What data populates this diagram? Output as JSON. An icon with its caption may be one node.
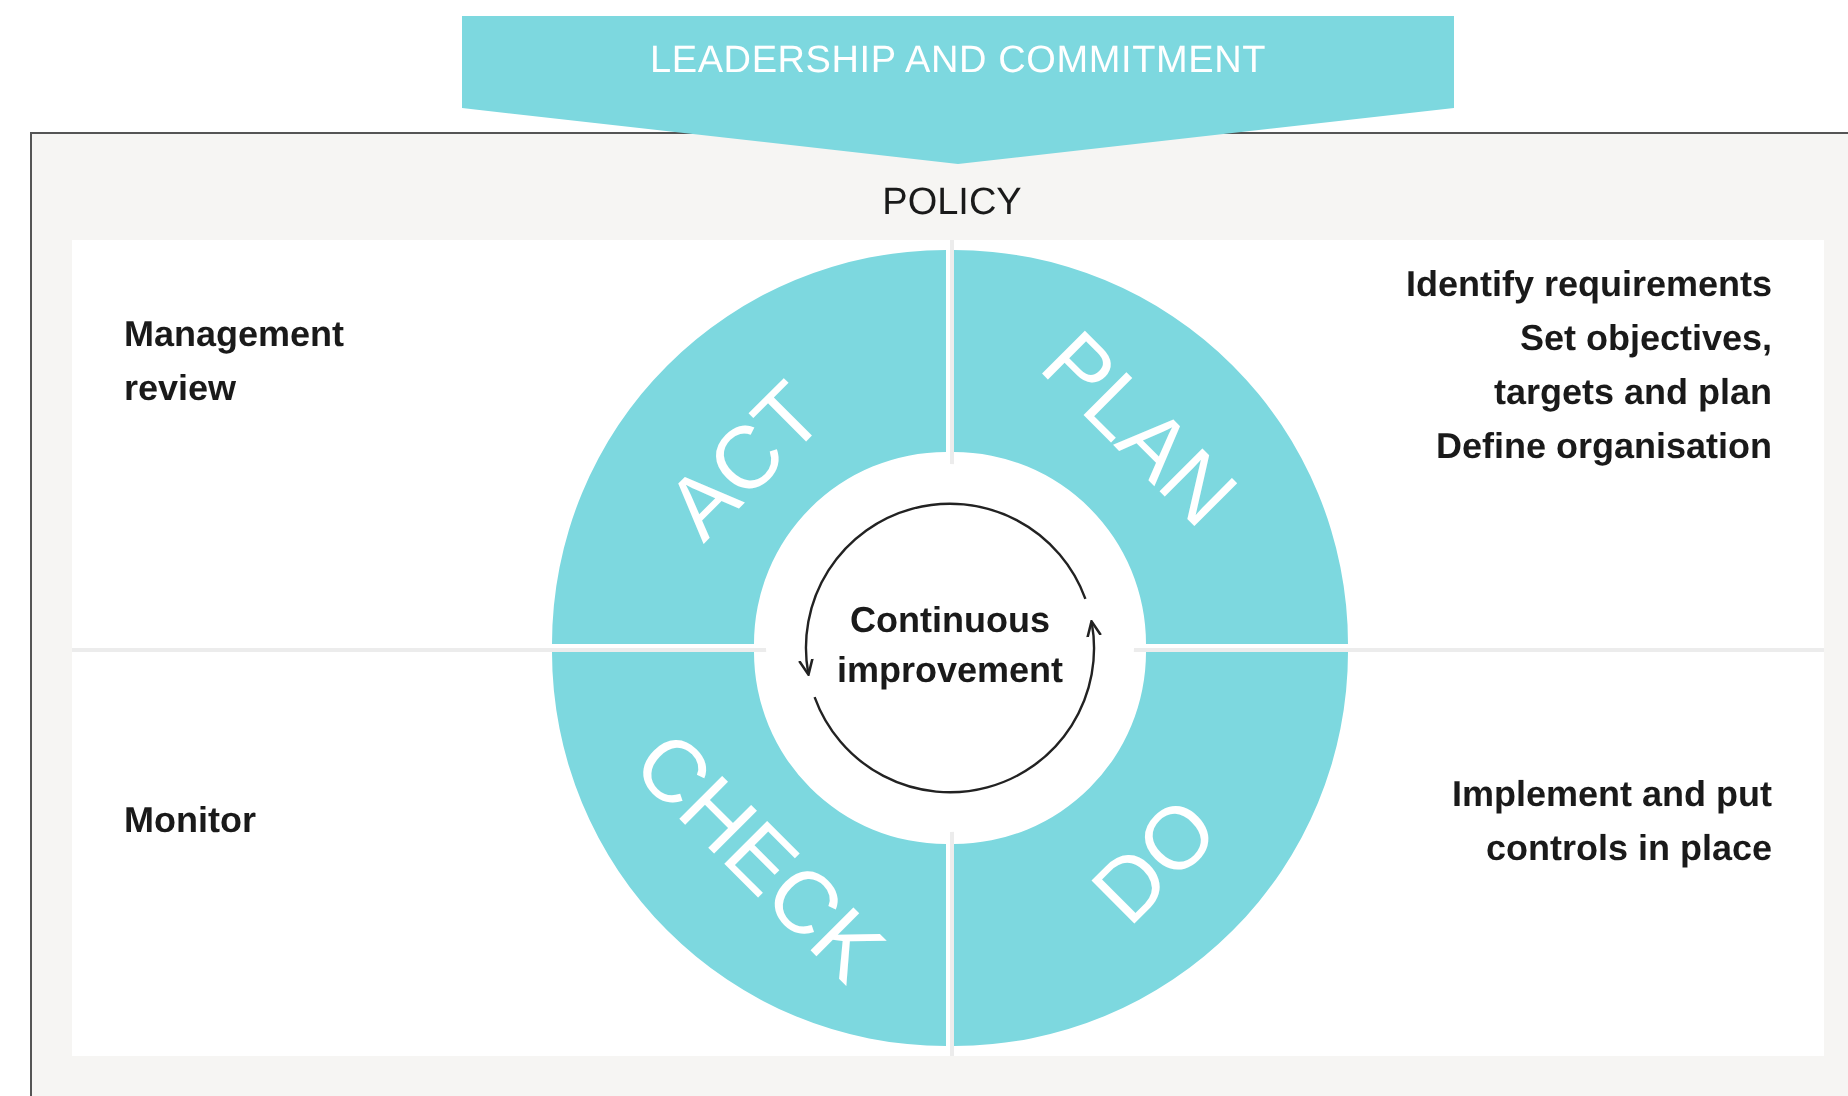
{
  "diagram": {
    "nodes": [
      {
        "text": [
          "LEADERSHIP AND COMMITMENT"
        ]
      },
      {
        "text": [
          "POLICY"
        ]
      },
      {
        "text": [
          "ACT"
        ],
        "in": 1
      },
      {
        "text": [
          "PLAN"
        ],
        "in": 1
      },
      {
        "text": [
          "CHECK"
        ],
        "in": 1
      },
      {
        "text": [
          "DO"
        ],
        "in": 1
      },
      {
        "text": [
          "Continuous improvement"
        ],
        "in": 1
      }
    ],
    "labels": [
      "Management review",
      "Identify requirements",
      "Set objectives, targets and plan",
      "Define organisation",
      "Monitor",
      "Implement and put controls in place"
    ]
  }
}
